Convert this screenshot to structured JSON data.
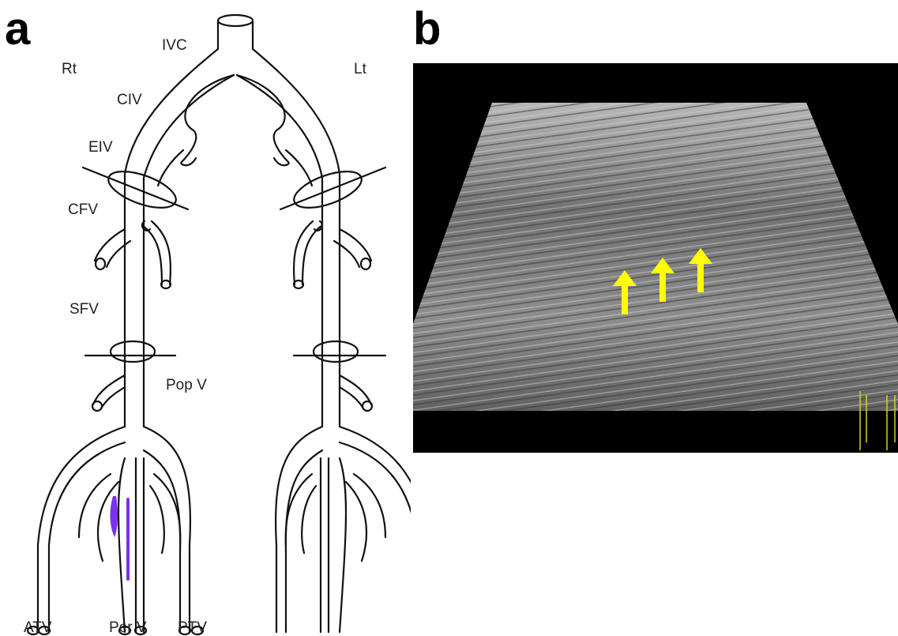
{
  "figure": {
    "panel_a_label": "a",
    "panel_b_label": "b"
  },
  "diagram": {
    "side_right": "Rt",
    "side_left": "Lt",
    "labels": {
      "ivc": "IVC",
      "civ": "CIV",
      "eiv": "EIV",
      "cfv": "CFV",
      "sfv": "SFV",
      "pop_v": "Pop V",
      "atv": "ATV",
      "per_v": "Per V",
      "ptv": "PTV"
    },
    "thrombus_color": "#7b2ff0"
  },
  "ultrasound": {
    "arrow_color": "#ffff00",
    "arrow_count": 3,
    "background_color": "#000000"
  }
}
